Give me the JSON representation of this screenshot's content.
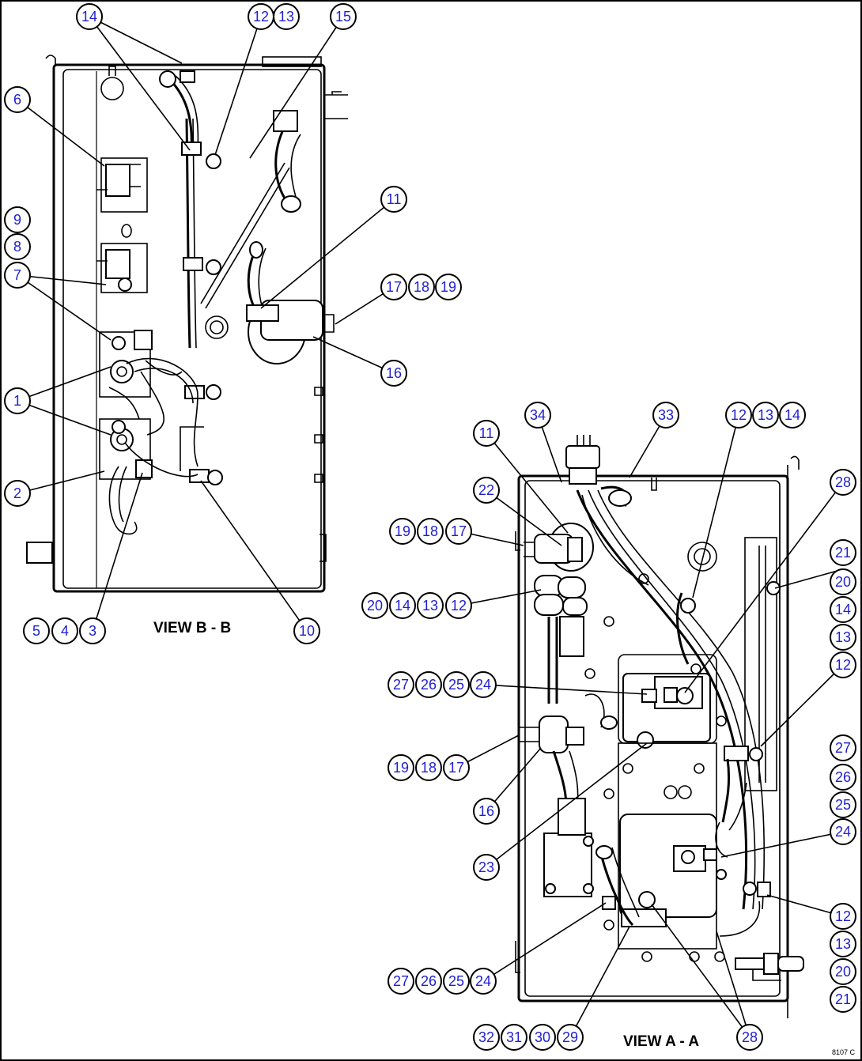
{
  "view_b_label": "VIEW B - B",
  "view_a_label": "VIEW A - A",
  "drawing_code": "8107 C",
  "callouts": [
    {
      "n": "14"
    },
    {
      "n": "12"
    },
    {
      "n": "13"
    },
    {
      "n": "15"
    },
    {
      "n": "6"
    },
    {
      "n": "9"
    },
    {
      "n": "8"
    },
    {
      "n": "7"
    },
    {
      "n": "11"
    },
    {
      "n": "17"
    },
    {
      "n": "18"
    },
    {
      "n": "19"
    },
    {
      "n": "16"
    },
    {
      "n": "1"
    },
    {
      "n": "2"
    },
    {
      "n": "5"
    },
    {
      "n": "4"
    },
    {
      "n": "3"
    },
    {
      "n": "10"
    },
    {
      "n": "34"
    },
    {
      "n": "33"
    },
    {
      "n": "12"
    },
    {
      "n": "13"
    },
    {
      "n": "14"
    },
    {
      "n": "11"
    },
    {
      "n": "28"
    },
    {
      "n": "22"
    },
    {
      "n": "19"
    },
    {
      "n": "18"
    },
    {
      "n": "17"
    },
    {
      "n": "21"
    },
    {
      "n": "20"
    },
    {
      "n": "14"
    },
    {
      "n": "13"
    },
    {
      "n": "20"
    },
    {
      "n": "14"
    },
    {
      "n": "13"
    },
    {
      "n": "12"
    },
    {
      "n": "12"
    },
    {
      "n": "27"
    },
    {
      "n": "26"
    },
    {
      "n": "25"
    },
    {
      "n": "24"
    },
    {
      "n": "27"
    },
    {
      "n": "26"
    },
    {
      "n": "25"
    },
    {
      "n": "24"
    },
    {
      "n": "19"
    },
    {
      "n": "18"
    },
    {
      "n": "17"
    },
    {
      "n": "16"
    },
    {
      "n": "23"
    },
    {
      "n": "12"
    },
    {
      "n": "13"
    },
    {
      "n": "20"
    },
    {
      "n": "21"
    },
    {
      "n": "27"
    },
    {
      "n": "26"
    },
    {
      "n": "25"
    },
    {
      "n": "24"
    },
    {
      "n": "32"
    },
    {
      "n": "31"
    },
    {
      "n": "30"
    },
    {
      "n": "29"
    },
    {
      "n": "28"
    }
  ]
}
